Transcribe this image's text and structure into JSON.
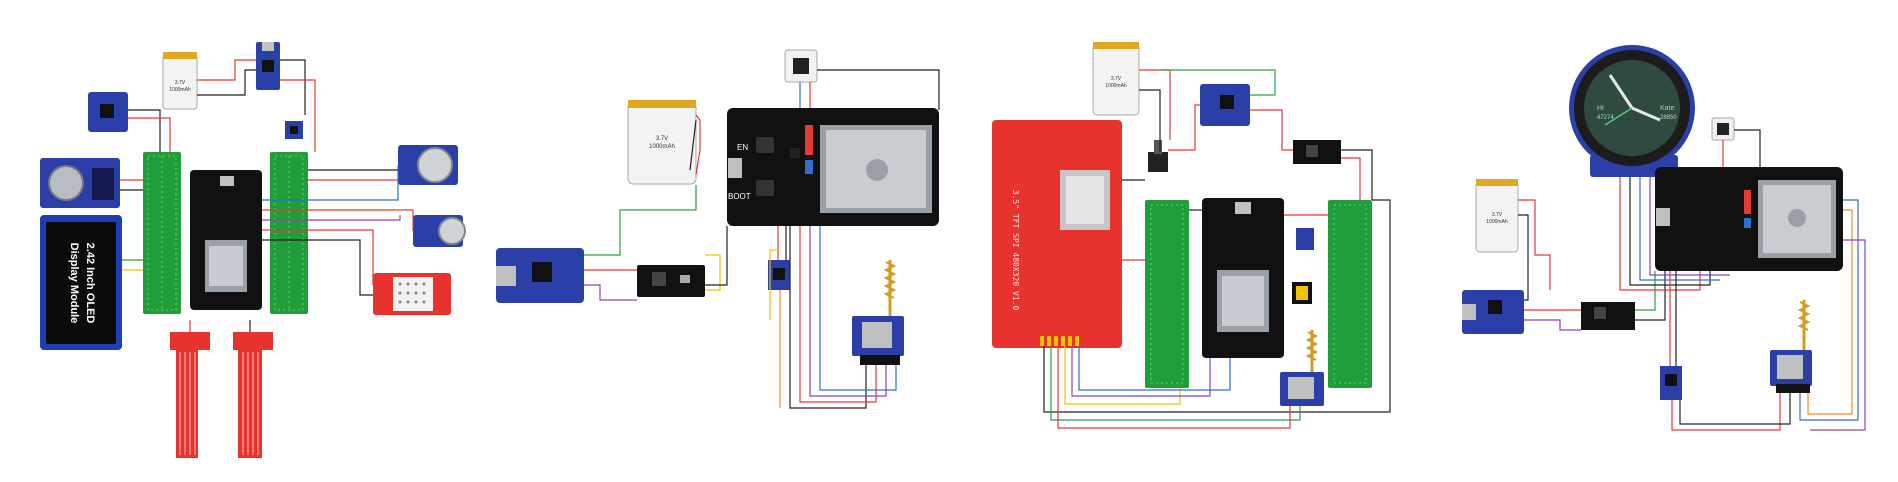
{
  "diagrams": [
    {
      "id": "sensor-station",
      "oled": {
        "line1": "2.42 Inch OLED",
        "line2": "Display Module"
      },
      "battery": {
        "line1": "3.7V",
        "line2": "1000mAh"
      }
    },
    {
      "id": "gps-lora-node",
      "battery": {
        "line1": "3.7V",
        "line2": "1000mAh"
      },
      "esp32": {
        "button_en": "EN",
        "button_boot": "BOOT"
      }
    },
    {
      "id": "tft-node",
      "battery": {
        "line1": "3.7V",
        "line2": "1000mAh"
      },
      "tft": {
        "label": "3.5\" TFT SPI 480X320 V1.0"
      }
    },
    {
      "id": "watch-node",
      "battery": {
        "line1": "3.7V",
        "line2": "1000mAh"
      },
      "watch": {
        "left": "Hr",
        "right": "Kate",
        "left_value": "47274",
        "right_value": "28850"
      }
    }
  ],
  "colors": {
    "pcb_blue": "#2b3fa8",
    "pcb_black": "#111111",
    "pcb_green": "#1f9e3a",
    "pcb_red": "#e8322e",
    "wire_red": "#e53935",
    "wire_black": "#222222",
    "wire_green": "#2e9d44",
    "wire_yellow": "#f2c200",
    "wire_purple": "#8e44ad",
    "wire_orange": "#f08a24",
    "wire_blue": "#2f6fd0"
  }
}
